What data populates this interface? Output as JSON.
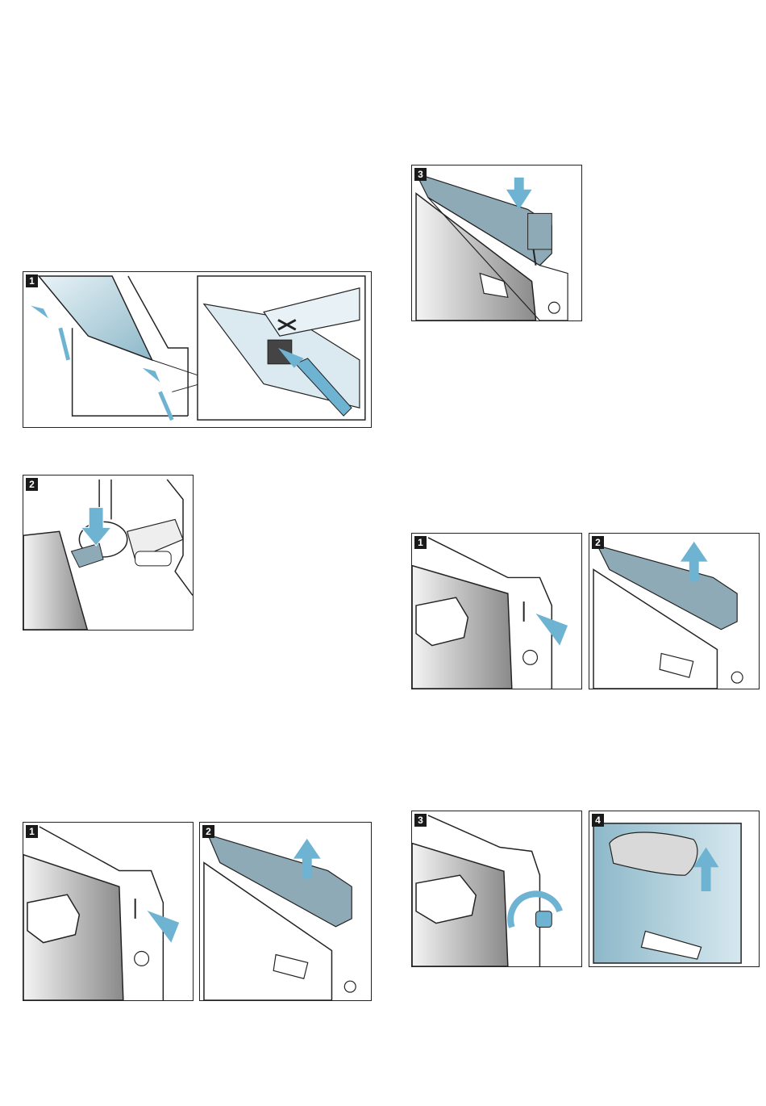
{
  "figures": {
    "door_unhinge": {
      "step": "1"
    },
    "hinge_lock": {
      "step": "2"
    },
    "cover_press": {
      "step": "3"
    },
    "cover_remove_right_a": {
      "step": "1"
    },
    "cover_remove_right_b": {
      "step": "2"
    },
    "pane_remove_a": {
      "step": "3"
    },
    "pane_remove_b": {
      "step": "4"
    },
    "cover_remove_left_a": {
      "step": "1"
    },
    "cover_remove_left_b": {
      "step": "2"
    }
  },
  "colors": {
    "accent_blue": "#6fb3d2",
    "steel_blue": "#8eaab6",
    "outline": "#222222"
  }
}
